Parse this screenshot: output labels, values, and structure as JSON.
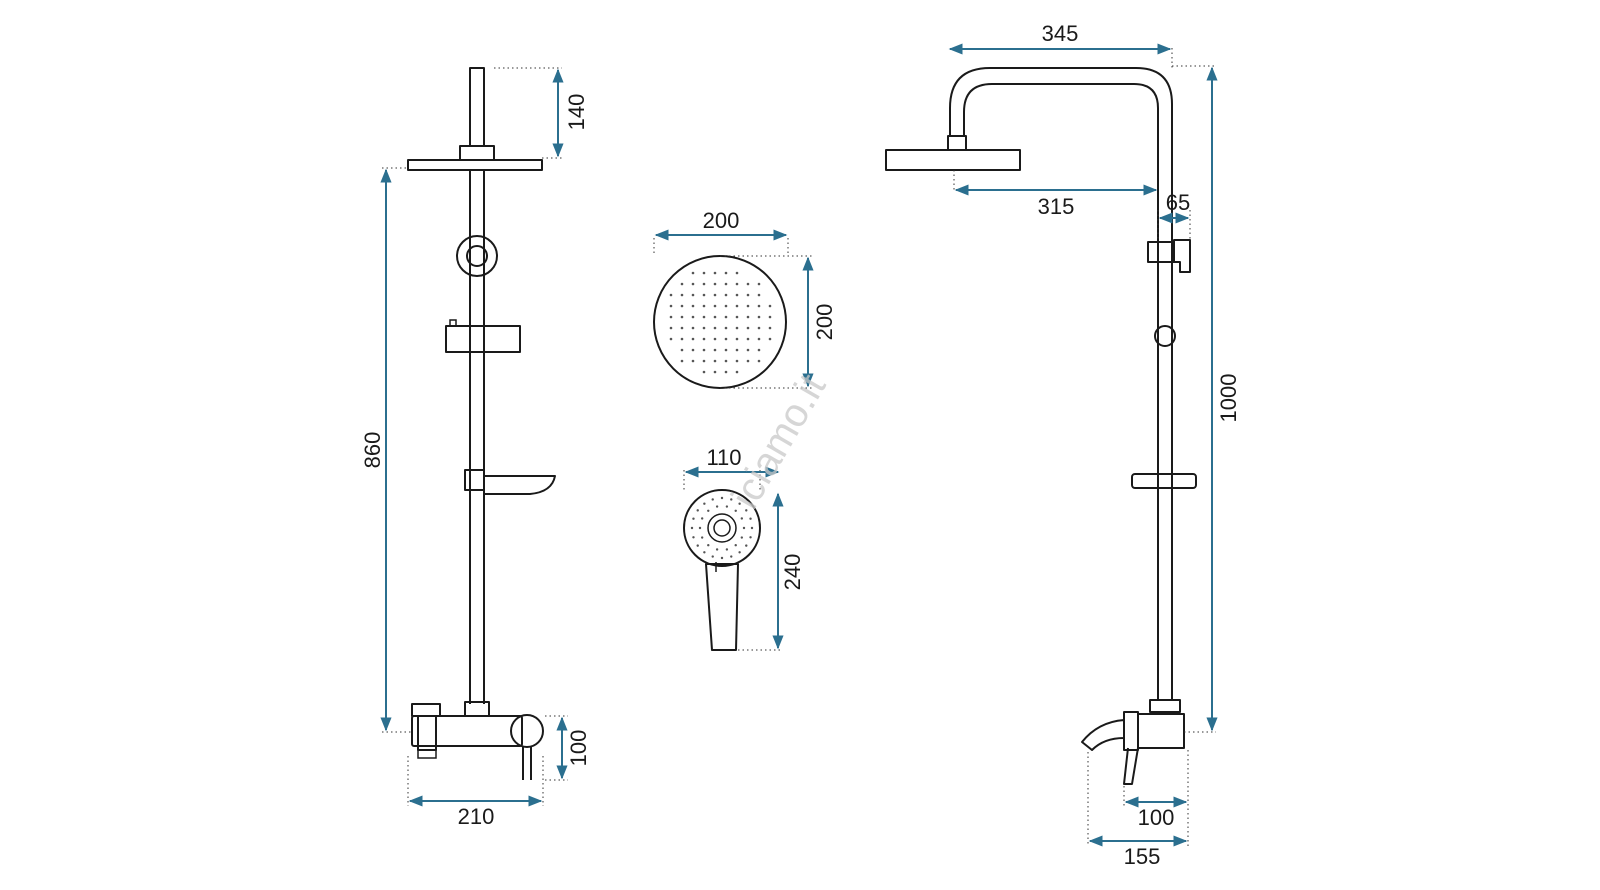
{
  "colors": {
    "dimension": "#2b6f8f",
    "outline": "#1a1a1a"
  },
  "watermark": "iciamo.it",
  "front_view": {
    "dim_top_arm": "140",
    "dim_column_height": "860",
    "dim_mixer_height": "100",
    "dim_mixer_width": "210"
  },
  "rain_head": {
    "dim_width": "200",
    "dim_height": "200"
  },
  "hand_shower": {
    "dim_width": "110",
    "dim_height": "240"
  },
  "side_view": {
    "dim_arm_total": "345",
    "dim_arm_reach": "315",
    "dim_holder_offset": "65",
    "dim_total_height": "1000",
    "dim_mixer_depth": "100",
    "dim_spout_depth": "155"
  }
}
